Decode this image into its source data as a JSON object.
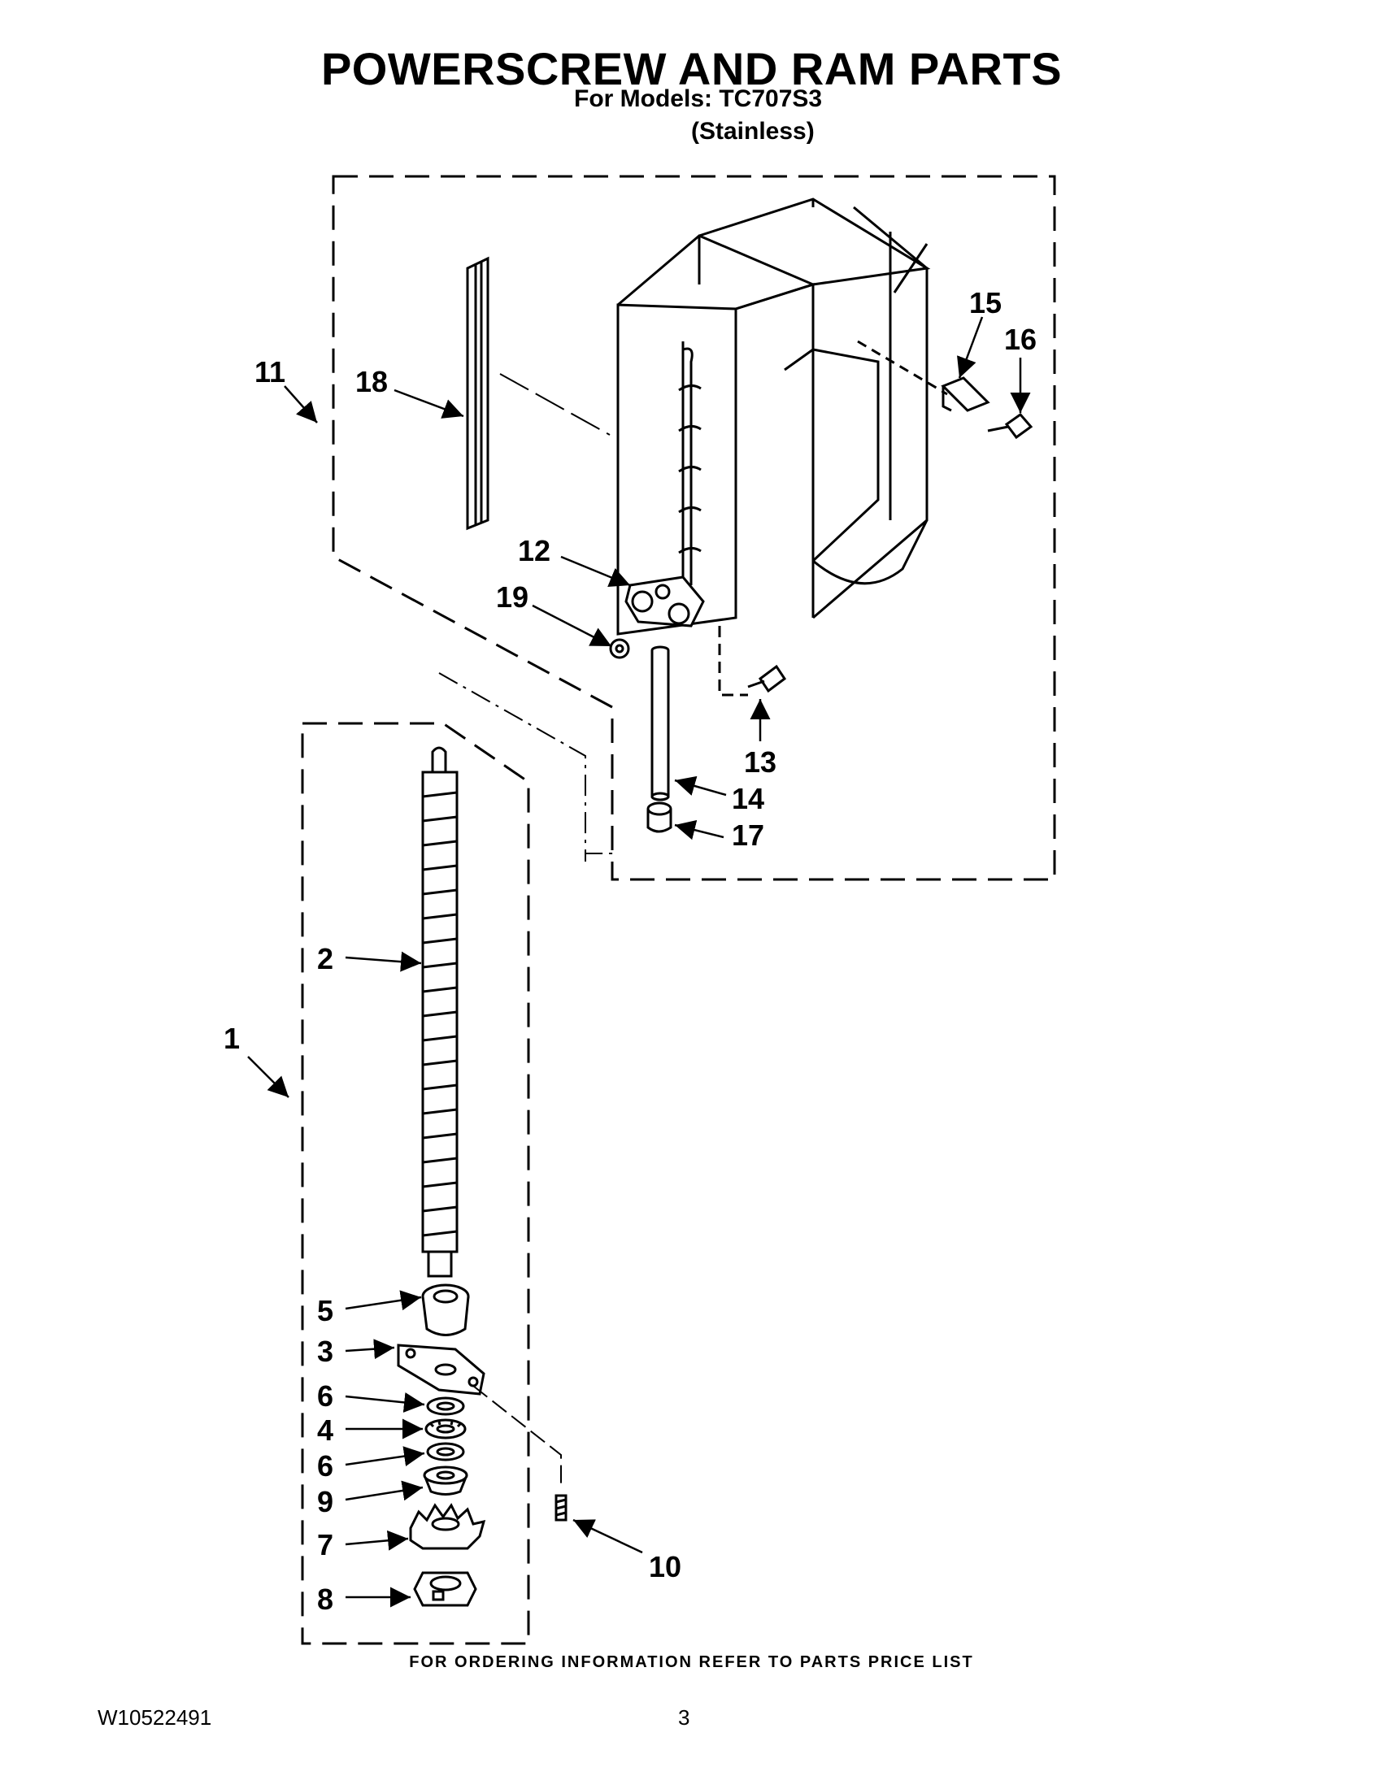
{
  "header": {
    "title": "POWERSCREW AND RAM PARTS",
    "models_line": "For Models: TC707S3",
    "finish_line": "(Stainless)"
  },
  "diagram": {
    "callouts": {
      "c1": "1",
      "c2": "2",
      "c3": "3",
      "c4": "4",
      "c5": "5",
      "c6a": "6",
      "c6b": "6",
      "c7": "7",
      "c8": "8",
      "c9": "9",
      "c10": "10",
      "c11": "11",
      "c12": "12",
      "c13": "13",
      "c14": "14",
      "c15": "15",
      "c16": "16",
      "c17": "17",
      "c18": "18",
      "c19": "19"
    }
  },
  "footer": {
    "note": "FOR ORDERING INFORMATION REFER TO PARTS PRICE LIST",
    "doc_number": "W10522491",
    "page_number": "3"
  }
}
